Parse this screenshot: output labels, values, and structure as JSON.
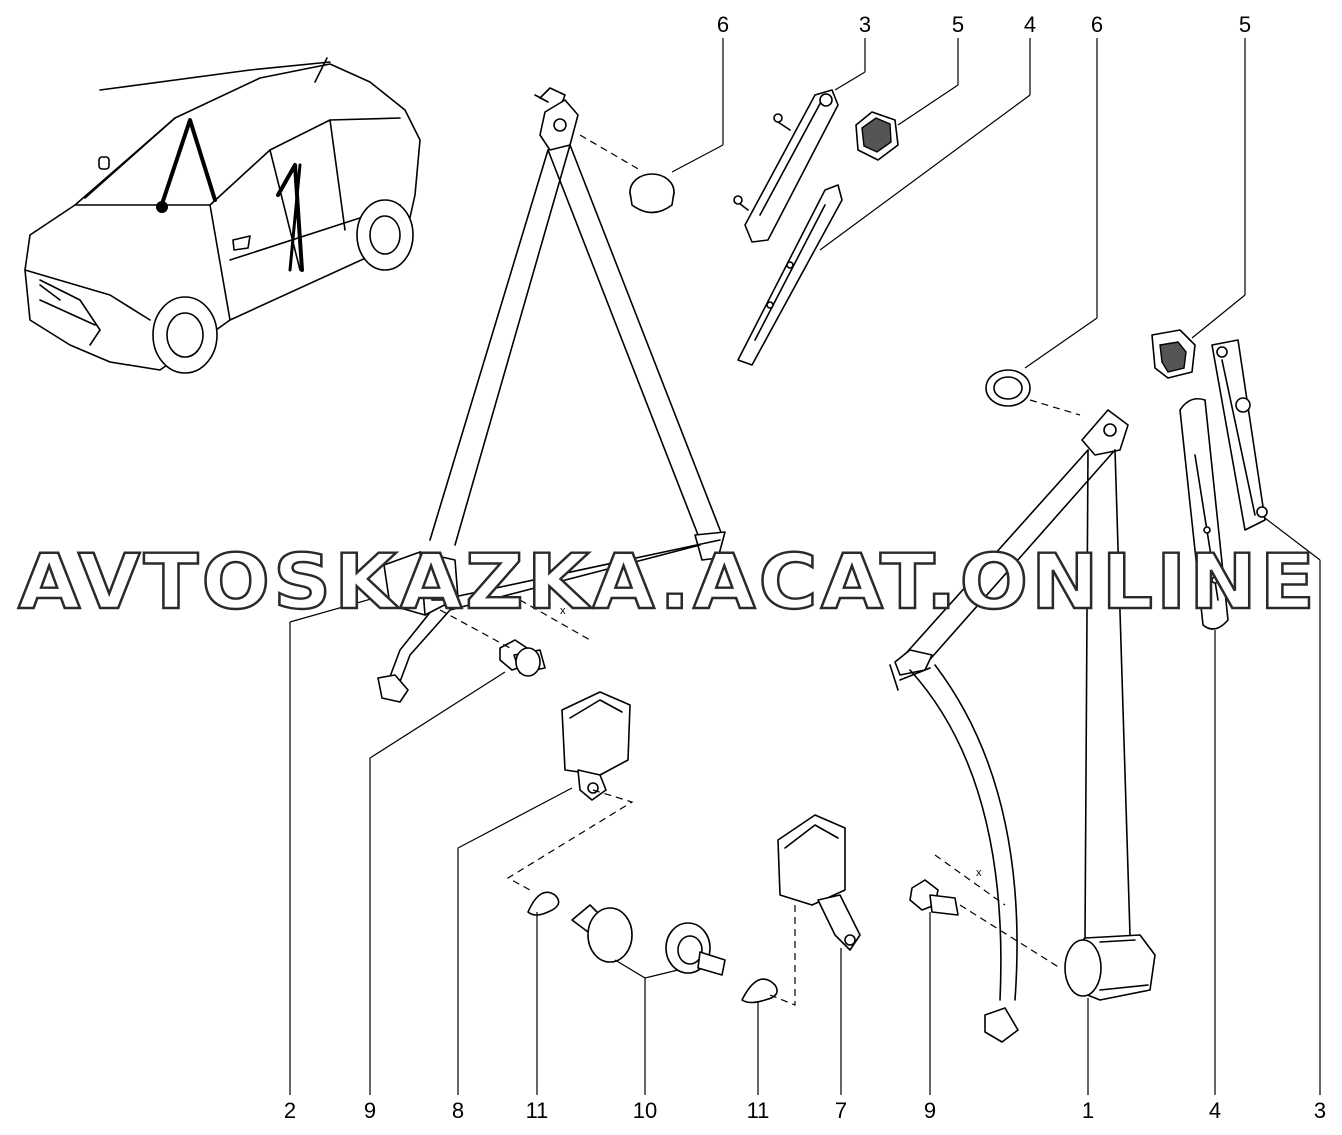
{
  "watermark": "AVTOSKAZKA.ACAT.ONLINE",
  "callouts_top": [
    "6",
    "3",
    "5",
    "4",
    "6",
    "5"
  ],
  "callouts_bottom": [
    "2",
    "9",
    "8",
    "11",
    "10",
    "11",
    "7",
    "9",
    "1",
    "4",
    "3"
  ],
  "dimension_marks": [
    "x",
    "x"
  ],
  "car_callout": "/"
}
